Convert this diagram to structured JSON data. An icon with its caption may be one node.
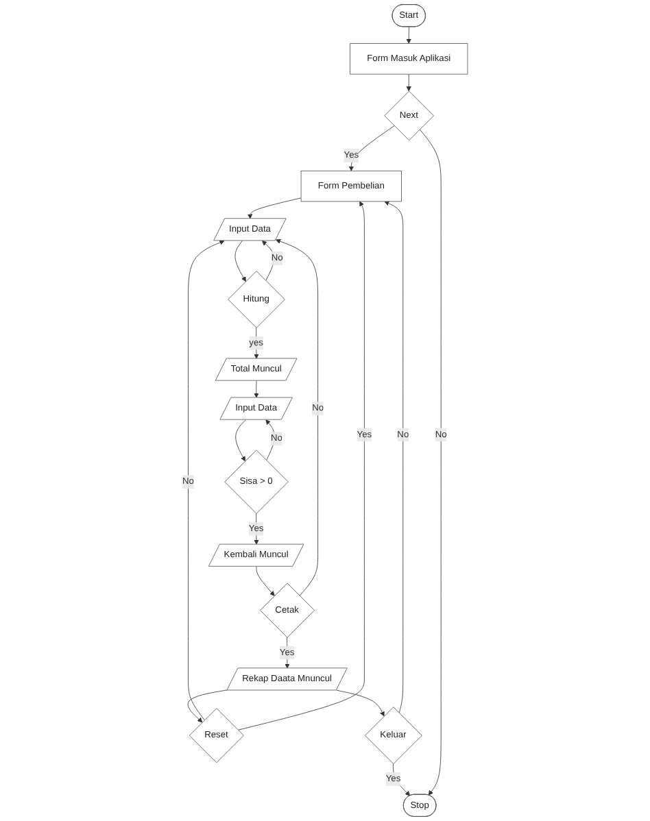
{
  "diagram": {
    "nodes": [
      {
        "text": [
          "Start"
        ]
      },
      {
        "text": [
          "Form Masuk Aplikasi"
        ]
      },
      {
        "text": [
          "Next"
        ]
      },
      {
        "text": [
          "Form Pembelian"
        ]
      },
      {
        "text": [
          "Input Data"
        ]
      },
      {
        "text": [
          "Hitung"
        ]
      },
      {
        "text": [
          "Total Muncul"
        ]
      },
      {
        "text": [
          "Input Data"
        ]
      },
      {
        "text": [
          "Sisa > 0"
        ]
      },
      {
        "text": [
          "Kembali Muncul"
        ]
      },
      {
        "text": [
          "Cetak"
        ]
      },
      {
        "text": [
          "Rekap Daata Mnuncul"
        ]
      },
      {
        "text": [
          "Reset"
        ]
      },
      {
        "text": [
          "Keluar"
        ]
      },
      {
        "text": [
          "Stop"
        ]
      }
    ],
    "edges": [
      {
        "from": 0,
        "to": 1,
        "arrow": "to"
      },
      {
        "from": 1,
        "to": 2,
        "arrow": "to"
      },
      {
        "from": 2,
        "to": 3,
        "label": "Yes",
        "arrow": "to"
      },
      {
        "from": 3,
        "to": 4,
        "arrow": "to"
      },
      {
        "from": 4,
        "to": 5,
        "arrow": "to"
      },
      {
        "from": 5,
        "to": 4,
        "label": "No",
        "arrow": "to"
      },
      {
        "from": 5,
        "to": 6,
        "label": "yes",
        "arrow": "to"
      },
      {
        "from": 6,
        "to": 7,
        "arrow": "to"
      },
      {
        "from": 7,
        "to": 8,
        "arrow": "to"
      },
      {
        "from": 8,
        "to": 7,
        "label": "No",
        "arrow": "to"
      },
      {
        "from": 8,
        "to": 9,
        "label": "Yes",
        "arrow": "to"
      },
      {
        "from": 9,
        "to": 10,
        "arrow": "to"
      },
      {
        "from": 10,
        "to": 4,
        "label": "No",
        "arrow": "to"
      },
      {
        "from": 10,
        "to": 11,
        "label": "Yes",
        "arrow": "to"
      },
      {
        "from": 11,
        "to": 12,
        "arrow": "to"
      },
      {
        "from": 11,
        "to": 13,
        "arrow": "to"
      },
      {
        "from": 12,
        "to": 4,
        "label": "No",
        "arrow": "to"
      },
      {
        "from": 12,
        "to": 3,
        "label": "Yes",
        "arrow": "to"
      },
      {
        "from": 13,
        "to": 3,
        "label": "No",
        "arrow": "to"
      },
      {
        "from": 13,
        "to": 14,
        "label": "Yes",
        "arrow": "to"
      },
      {
        "from": 2,
        "to": 14,
        "label": "No",
        "arrow": "to"
      }
    ]
  }
}
